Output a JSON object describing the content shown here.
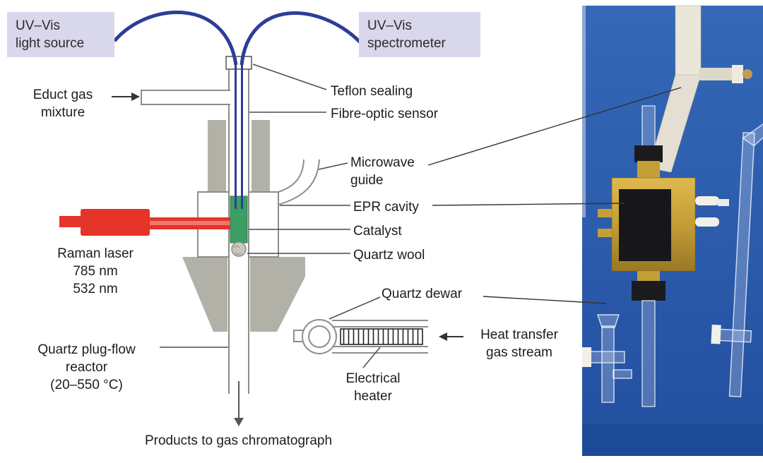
{
  "boxes": {
    "uv_source": "UV–Vis\nlight source",
    "uv_spectrometer": "UV–Vis\nspectrometer"
  },
  "labels": {
    "educt_gas": "Educt gas\nmixture",
    "teflon": "Teflon sealing",
    "fibre": "Fibre-optic sensor",
    "microwave": "Microwave\nguide",
    "epr": "EPR cavity",
    "catalyst": "Catalyst",
    "wool": "Quartz wool",
    "raman": "Raman laser\n785 nm\n532 nm",
    "dewar": "Quartz dewar",
    "reactor": "Quartz plug-flow\nreactor\n(20–550 °C)",
    "heater": "Electrical\nheater",
    "heat_transfer": "Heat transfer\ngas stream",
    "products": "Products to gas chromatograph"
  },
  "colors": {
    "label_box_bg": "#d9d7ec",
    "fibre_blue": "#2e3d96",
    "laser_red": "#e5342a",
    "catalyst_green": "#3c9e62",
    "structure_gray": "#b2b1a8",
    "photo_background_blue": "#2c5fae",
    "cavity_gold": "#c49d35"
  }
}
